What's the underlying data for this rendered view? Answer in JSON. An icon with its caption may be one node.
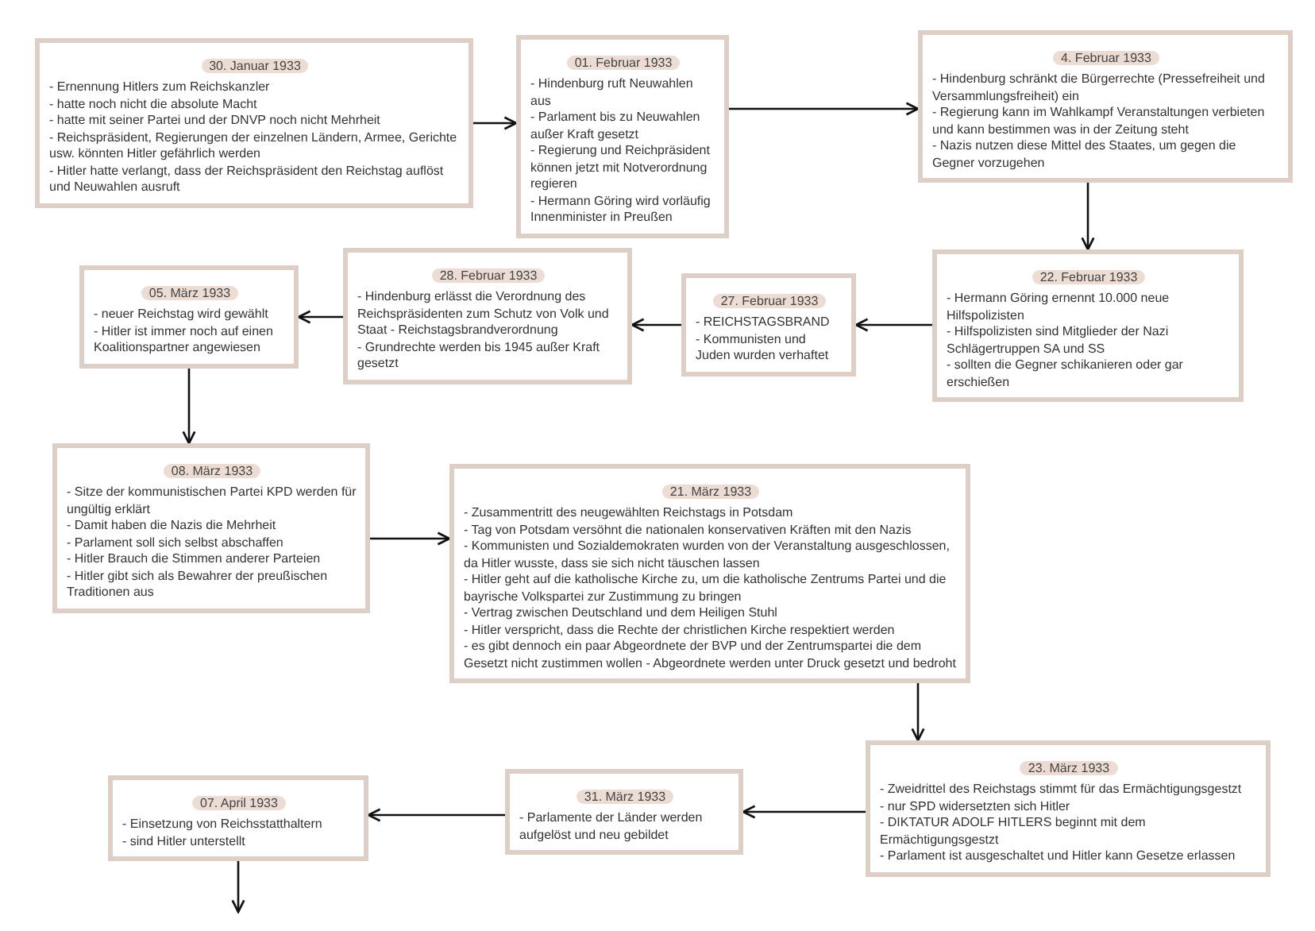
{
  "diagram": {
    "nodes": [
      {
        "text": [
          "30. Januar 1933",
          "- Ernennung Hitlers zum Reichskanzler",
          "- hatte noch nicht die absolute Macht",
          "- hatte mit seiner Partei und der DNVP noch nicht Mehrheit",
          "- Reichspräsident, Regierungen der einzelnen Ländern, Armee, Gerichte usw. könnten Hitler gefährlich werden",
          "- Hitler hatte verlangt, dass der Reichspräsident den Reichstag auflöst und Neuwahlen ausruft"
        ]
      },
      {
        "text": [
          "01. Februar 1933",
          "- Hindenburg ruft Neuwahlen aus",
          "- Parlament bis zu Neuwahlen außer Kraft gesetzt",
          "- Regierung und Reichpräsident können jetzt mit Notverordnung regieren",
          "- Hermann Göring wird vorläufig Innenminister in Preußen"
        ]
      },
      {
        "text": [
          "4. Februar 1933",
          "- Hindenburg schränkt die Bürgerrechte (Pressefreiheit und Versammlungsfreiheit) ein",
          "- Regierung kann im Wahlkampf Veranstaltungen verbieten und kann bestimmen was in der Zeitung steht",
          "- Nazis nutzen diese Mittel des Staates, um gegen die Gegner vorzugehen"
        ]
      },
      {
        "text": [
          "22. Februar 1933",
          "- Hermann Göring ernennt 10.000 neue Hilfspolizisten",
          "- Hilfspolizisten sind Mitglieder der Nazi Schlägertruppen SA und SS",
          "- sollten die Gegner schikanieren oder gar erschießen"
        ]
      },
      {
        "text": [
          "27. Februar 1933",
          "- REICHSTAGSBRAND",
          "- Kommunisten und Juden wurden verhaftet"
        ]
      },
      {
        "text": [
          "28. Februar 1933",
          "- Hindenburg erlässt die Verordnung des Reichspräsidenten zum Schutz von Volk und Staat - Reichstagsbrandverordnung",
          "- Grundrechte werden bis 1945 außer Kraft gesetzt"
        ]
      },
      {
        "text": [
          "05. März 1933",
          "- neuer Reichstag wird gewählt",
          "- Hitler ist immer noch auf einen Koalitionspartner angewiesen"
        ]
      },
      {
        "text": [
          "08. März 1933",
          "- Sitze der kommunistischen Partei KPD werden für ungültig erklärt",
          "- Damit haben die Nazis die Mehrheit",
          "- Parlament soll sich selbst abschaffen",
          "- Hitler Brauch die Stimmen anderer Parteien",
          "- Hitler gibt sich als Bewahrer der preußischen Traditionen aus"
        ]
      },
      {
        "text": [
          "21. März 1933",
          "- Zusammentritt des neugewählten Reichstags in Potsdam",
          "- Tag von Potsdam versöhnt die nationalen konservativen Kräften mit den Nazis",
          "- Kommunisten und Sozialdemokraten wurden von der Veranstaltung ausgeschlossen, da Hitler wusste, dass sie sich nicht täuschen lassen",
          "- Hitler geht auf die katholische Kirche zu, um die katholische Zentrums Partei und die bayrische Volkspartei zur Zustimmung zu bringen",
          "- Vertrag zwischen Deutschland und dem Heiligen Stuhl",
          "- Hitler verspricht, dass die Rechte der christlichen Kirche respektiert werden",
          "- es gibt dennoch ein paar Abgeordnete der BVP und der Zentrumspartei die dem Gesetzt nicht zustimmen wollen - Abgeordnete werden unter Druck gesetzt und bedroht"
        ]
      },
      {
        "text": [
          "23. März 1933",
          "- Zweidrittel des Reichstags stimmt für das Ermächtigungsgestzt",
          "- nur SPD widersetzten sich Hitler",
          "- DIKTATUR ADOLF HITLERS beginnt mit dem Ermächtigungsgestzt",
          "- Parlament ist ausgeschaltet und Hitler kann Gesetze erlassen"
        ]
      },
      {
        "text": [
          "31. März 1933",
          "- Parlamente der Länder werden aufgelöst  und neu gebildet"
        ]
      },
      {
        "text": [
          "07. April 1933",
          "- Einsetzung von Reichsstatthaltern",
          "- sind Hitler unterstellt"
        ]
      }
    ],
    "edges": [
      {
        "from": 0,
        "to": 1,
        "arrow": "to"
      },
      {
        "from": 1,
        "to": 2,
        "arrow": "to"
      },
      {
        "from": 2,
        "to": 3,
        "arrow": "to"
      },
      {
        "from": 3,
        "to": 4,
        "arrow": "to"
      },
      {
        "from": 4,
        "to": 5,
        "arrow": "to"
      },
      {
        "from": 5,
        "to": 6,
        "arrow": "to"
      },
      {
        "from": 6,
        "to": 7,
        "arrow": "to"
      },
      {
        "from": 7,
        "to": 8,
        "arrow": "to"
      },
      {
        "from": 8,
        "to": 9,
        "arrow": "to"
      },
      {
        "from": 9,
        "to": 10,
        "arrow": "to"
      },
      {
        "from": 10,
        "to": 11,
        "arrow": "to"
      },
      {
        "from": 11,
        "to": null,
        "arrow": "to"
      }
    ]
  }
}
